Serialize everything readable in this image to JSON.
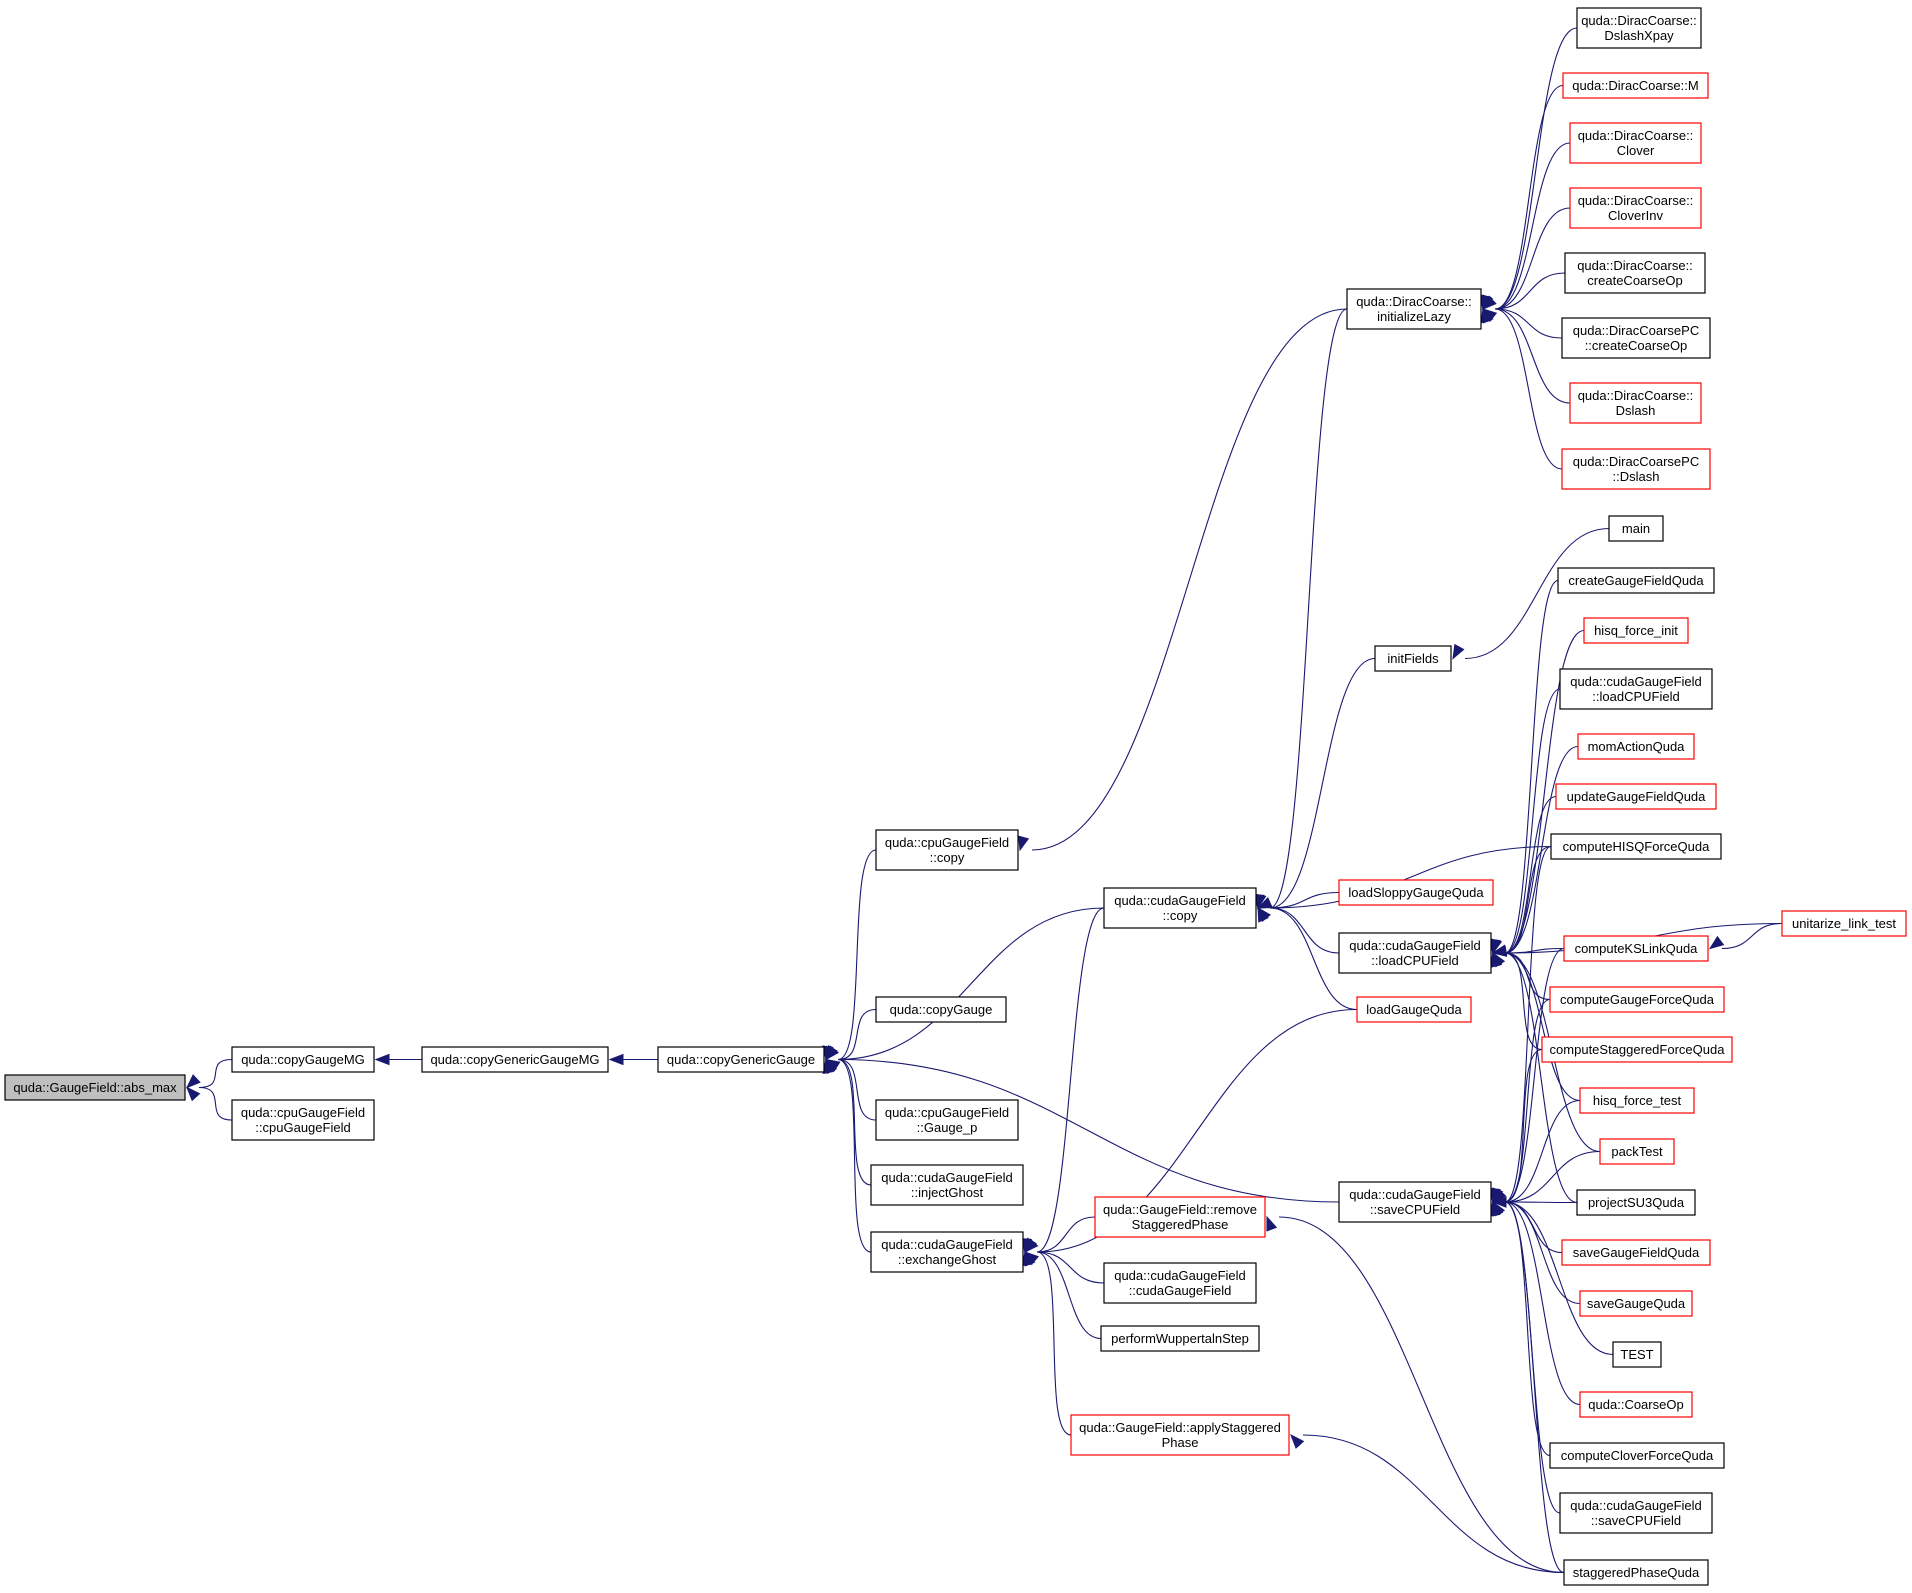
{
  "chart_data": {
    "type": "diagram",
    "nodes": [
      {
        "id": "abs_max",
        "label": "quda::GaugeField::abs_max",
        "color": "gray"
      },
      {
        "id": "copyGaugeMG",
        "label": "quda::copyGaugeMG",
        "color": "black"
      },
      {
        "id": "cpuGF_ctor",
        "label": "quda::cpuGaugeField\n::cpuGaugeField",
        "color": "black"
      },
      {
        "id": "copyGenericGaugeMG",
        "label": "quda::copyGenericGaugeMG",
        "color": "black"
      },
      {
        "id": "copyGenericGauge",
        "label": "quda::copyGenericGauge",
        "color": "black"
      },
      {
        "id": "cpuGF_copy",
        "label": "quda::cpuGaugeField\n::copy",
        "color": "black"
      },
      {
        "id": "copyGauge",
        "label": "quda::copyGauge",
        "color": "black"
      },
      {
        "id": "gauge_p",
        "label": "quda::cpuGaugeField\n::Gauge_p",
        "color": "black"
      },
      {
        "id": "injectGhost",
        "label": "quda::cudaGaugeField\n::injectGhost",
        "color": "black"
      },
      {
        "id": "exchangeGhost",
        "label": "quda::cudaGaugeField\n::exchangeGhost",
        "color": "black"
      },
      {
        "id": "cudaGF_copy",
        "label": "quda::cudaGaugeField\n::copy",
        "color": "black"
      },
      {
        "id": "removeStag",
        "label": "quda::GaugeField::remove\nStaggeredPhase",
        "color": "red"
      },
      {
        "id": "cudaGF_ctor",
        "label": "quda::cudaGaugeField\n::cudaGaugeField",
        "color": "black"
      },
      {
        "id": "wuppertal",
        "label": "performWuppertalnStep",
        "color": "black"
      },
      {
        "id": "applyStag",
        "label": "quda::GaugeField::applyStaggered\nPhase",
        "color": "red"
      },
      {
        "id": "initLazy",
        "label": "quda::DiracCoarse::\ninitializeLazy",
        "color": "black"
      },
      {
        "id": "initFields",
        "label": "initFields",
        "color": "black"
      },
      {
        "id": "loadSloppy",
        "label": "loadSloppyGaugeQuda",
        "color": "red"
      },
      {
        "id": "loadCPU",
        "label": "quda::cudaGaugeField\n::loadCPUField",
        "color": "black"
      },
      {
        "id": "loadGaugeQuda",
        "label": "loadGaugeQuda",
        "color": "red"
      },
      {
        "id": "saveCPU",
        "label": "quda::cudaGaugeField\n::saveCPUField",
        "color": "black"
      },
      {
        "id": "dslashXpay",
        "label": "quda::DiracCoarse::\nDslashXpay",
        "color": "black"
      },
      {
        "id": "dcM",
        "label": "quda::DiracCoarse::M",
        "color": "red"
      },
      {
        "id": "dcClover",
        "label": "quda::DiracCoarse::\nClover",
        "color": "red"
      },
      {
        "id": "dcCloverInv",
        "label": "quda::DiracCoarse::\nCloverInv",
        "color": "red"
      },
      {
        "id": "dcCreate",
        "label": "quda::DiracCoarse::\ncreateCoarseOp",
        "color": "black"
      },
      {
        "id": "dcpcCreate",
        "label": "quda::DiracCoarsePC\n::createCoarseOp",
        "color": "black"
      },
      {
        "id": "dcDslash",
        "label": "quda::DiracCoarse::\nDslash",
        "color": "red"
      },
      {
        "id": "dcpcDslash",
        "label": "quda::DiracCoarsePC\n::Dslash",
        "color": "red"
      },
      {
        "id": "main",
        "label": "main",
        "color": "black"
      },
      {
        "id": "createGF",
        "label": "createGaugeFieldQuda",
        "color": "black"
      },
      {
        "id": "hisqInit",
        "label": "hisq_force_init",
        "color": "red"
      },
      {
        "id": "loadCPU2",
        "label": "quda::cudaGaugeField\n::loadCPUField",
        "color": "black"
      },
      {
        "id": "momAction",
        "label": "momActionQuda",
        "color": "red"
      },
      {
        "id": "updateGF",
        "label": "updateGaugeFieldQuda",
        "color": "red"
      },
      {
        "id": "hisqForceQuda",
        "label": "computeHISQForceQuda",
        "color": "black"
      },
      {
        "id": "unitarize",
        "label": "unitarize_link_test",
        "color": "red"
      },
      {
        "id": "ksLink",
        "label": "computeKSLinkQuda",
        "color": "red"
      },
      {
        "id": "gaugeForce",
        "label": "computeGaugeForceQuda",
        "color": "red"
      },
      {
        "id": "stagForce",
        "label": "computeStaggeredForceQuda",
        "color": "red"
      },
      {
        "id": "hisqTest",
        "label": "hisq_force_test",
        "color": "red"
      },
      {
        "id": "packTest",
        "label": "packTest",
        "color": "red"
      },
      {
        "id": "projectSU3",
        "label": "projectSU3Quda",
        "color": "black"
      },
      {
        "id": "saveGF",
        "label": "saveGaugeFieldQuda",
        "color": "red"
      },
      {
        "id": "saveGauge",
        "label": "saveGaugeQuda",
        "color": "red"
      },
      {
        "id": "test",
        "label": "TEST",
        "color": "black"
      },
      {
        "id": "coarseOp",
        "label": "quda::CoarseOp",
        "color": "red"
      },
      {
        "id": "cloverForce",
        "label": "computeCloverForceQuda",
        "color": "black"
      },
      {
        "id": "saveCPU2",
        "label": "quda::cudaGaugeField\n::saveCPUField",
        "color": "black"
      },
      {
        "id": "stagPhase",
        "label": "staggeredPhaseQuda",
        "color": "black"
      }
    ],
    "edges": [
      [
        "abs_max",
        "copyGaugeMG"
      ],
      [
        "abs_max",
        "cpuGF_ctor"
      ],
      [
        "copyGaugeMG",
        "copyGenericGaugeMG"
      ],
      [
        "copyGenericGaugeMG",
        "copyGenericGauge"
      ],
      [
        "copyGenericGauge",
        "cpuGF_copy"
      ],
      [
        "copyGenericGauge",
        "cudaGF_copy"
      ],
      [
        "copyGenericGauge",
        "copyGauge"
      ],
      [
        "copyGenericGauge",
        "gauge_p"
      ],
      [
        "copyGenericGauge",
        "injectGhost"
      ],
      [
        "copyGenericGauge",
        "exchangeGhost"
      ],
      [
        "copyGenericGauge",
        "saveCPU"
      ],
      [
        "cpuGF_copy",
        "initLazy"
      ],
      [
        "exchangeGhost",
        "cudaGF_copy"
      ],
      [
        "exchangeGhost",
        "loadGaugeQuda"
      ],
      [
        "exchangeGhost",
        "removeStag"
      ],
      [
        "exchangeGhost",
        "cudaGF_ctor"
      ],
      [
        "exchangeGhost",
        "wuppertal"
      ],
      [
        "exchangeGhost",
        "applyStag"
      ],
      [
        "cudaGF_copy",
        "initLazy"
      ],
      [
        "cudaGF_copy",
        "initFields"
      ],
      [
        "cudaGF_copy",
        "hisqForceQuda"
      ],
      [
        "cudaGF_copy",
        "loadSloppy"
      ],
      [
        "cudaGF_copy",
        "loadCPU"
      ],
      [
        "cudaGF_copy",
        "loadGaugeQuda"
      ],
      [
        "removeStag",
        "stagPhase"
      ],
      [
        "applyStag",
        "stagPhase"
      ],
      [
        "initLazy",
        "dslashXpay"
      ],
      [
        "initLazy",
        "dcM"
      ],
      [
        "initLazy",
        "dcClover"
      ],
      [
        "initLazy",
        "dcCloverInv"
      ],
      [
        "initLazy",
        "dcCreate"
      ],
      [
        "initLazy",
        "dcpcCreate"
      ],
      [
        "initLazy",
        "dcDslash"
      ],
      [
        "initLazy",
        "dcpcDslash"
      ],
      [
        "initFields",
        "main"
      ],
      [
        "loadCPU",
        "createGF"
      ],
      [
        "loadCPU",
        "hisqInit"
      ],
      [
        "loadCPU",
        "loadCPU2"
      ],
      [
        "loadCPU",
        "momAction"
      ],
      [
        "loadCPU",
        "updateGF"
      ],
      [
        "loadCPU",
        "hisqForceQuda"
      ],
      [
        "loadCPU",
        "unitarize"
      ],
      [
        "loadCPU",
        "ksLink"
      ],
      [
        "loadCPU",
        "gaugeForce"
      ],
      [
        "loadCPU",
        "stagForce"
      ],
      [
        "loadCPU",
        "hisqTest"
      ],
      [
        "loadCPU",
        "packTest"
      ],
      [
        "loadCPU",
        "projectSU3"
      ],
      [
        "saveCPU",
        "hisqForceQuda"
      ],
      [
        "saveCPU",
        "ksLink"
      ],
      [
        "saveCPU",
        "gaugeForce"
      ],
      [
        "saveCPU",
        "stagForce"
      ],
      [
        "saveCPU",
        "hisqTest"
      ],
      [
        "saveCPU",
        "packTest"
      ],
      [
        "saveCPU",
        "projectSU3"
      ],
      [
        "saveCPU",
        "saveGF"
      ],
      [
        "saveCPU",
        "saveGauge"
      ],
      [
        "saveCPU",
        "test"
      ],
      [
        "saveCPU",
        "coarseOp"
      ],
      [
        "saveCPU",
        "cloverForce"
      ],
      [
        "saveCPU",
        "saveCPU2"
      ],
      [
        "saveCPU",
        "stagPhase"
      ],
      [
        "ksLink",
        "unitarize"
      ]
    ]
  }
}
